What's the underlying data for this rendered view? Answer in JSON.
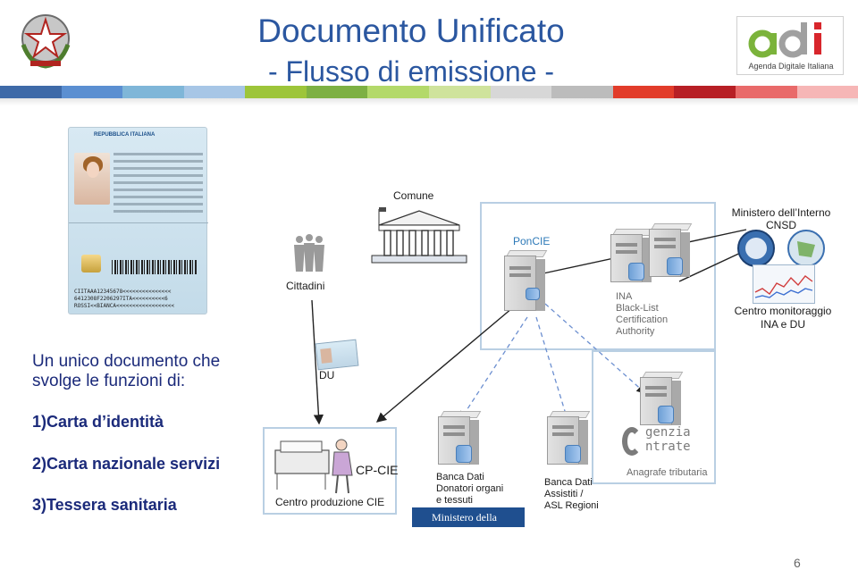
{
  "header": {
    "title": "Documento Unificato",
    "subtitle": "- Flusso di emissione -",
    "logo_caption": "Agenda Digitale Italiana",
    "logo_letters": "adi",
    "stripe_colors": [
      "#3e6aa8",
      "#5b8fd1",
      "#7fb6d8",
      "#a7c6e6",
      "#9dc53a",
      "#7db043",
      "#b3d96a",
      "#cfe39c",
      "#d7d7d7",
      "#bcbcbc",
      "#e23c2a",
      "#b71f25",
      "#e96a6a",
      "#f6b6b6"
    ]
  },
  "id_card": {
    "header": "REPUBBLICA ITALIANA",
    "mrz": [
      "CIITAAA12345678<<<<<<<<<<<<<<<",
      "6412308F2206297ITA<<<<<<<<<<6",
      "ROSSI<<BIANCA<<<<<<<<<<<<<<<<<<"
    ]
  },
  "intro": "Un unico documento che svolge le funzioni di:",
  "functions": [
    "1)Carta d’identità",
    "2)Carta nazionale servizi",
    "3)Tessera sanitaria"
  ],
  "diagram": {
    "comune": "Comune",
    "cittadini": "Cittadini",
    "ponCIE": "PonCIE",
    "ina": [
      "INA",
      "Black-List",
      "Certification",
      "Authority"
    ],
    "ministero": [
      "Ministero dell’Interno",
      "CNSD"
    ],
    "monitoraggio": [
      "Centro monitoraggio",
      "INA e DU"
    ],
    "du": "DU",
    "cp_cie": "CP-CIE",
    "centro_produzione": "Centro produzione CIE",
    "banca_donatori": [
      "Banca Dati",
      "Donatori organi",
      "e tessuti"
    ],
    "ministero_salute": "Ministero della Salute",
    "banca_assistiti": [
      "Banca Dati",
      "Assistiti /",
      "ASL Regioni"
    ],
    "agenzia_entrate": [
      "genzia",
      "ntrate"
    ],
    "anagrafe": "Anagrafe tributaria"
  },
  "page_number": "6"
}
